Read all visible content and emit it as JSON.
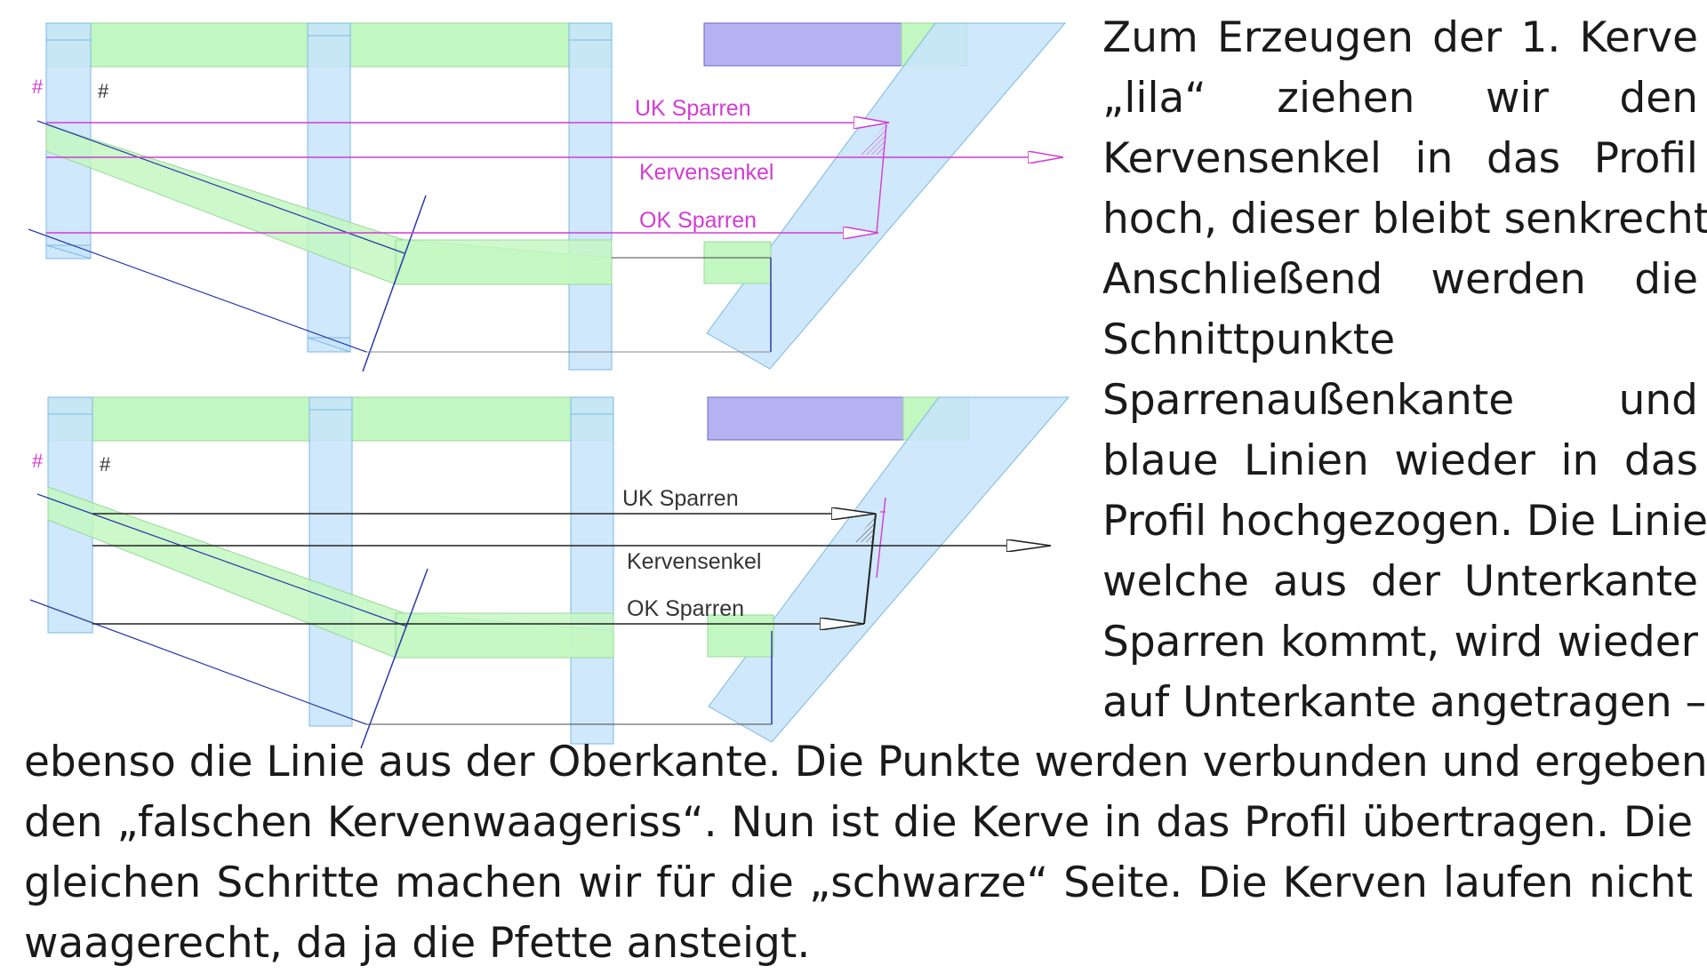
{
  "diagram": {
    "colors": {
      "green": "#c3f7c1",
      "blue": "#c7e4fb",
      "lila": "#b5b2f2",
      "magenta": "#d23cd2",
      "navy": "#2a3aa8",
      "black": "#222222"
    },
    "top": {
      "hash_left": "#",
      "hash_right": "#",
      "label_uk": "UK Sparren",
      "label_kerven": "Kervensenkel",
      "label_ok": "OK Sparren"
    },
    "bottom": {
      "hash_left": "#",
      "hash_right": "#",
      "label_uk": "UK Sparren",
      "label_kerven": "Kervensenkel",
      "label_ok": "OK Sparren"
    }
  },
  "text": {
    "right_lines": [
      "Zum Erzeugen der 1. Kerve",
      "„lila“ ziehen wir den",
      "Kervensenkel in das Profil",
      "hoch, dieser bleibt senkrecht.",
      "Anschließend werden die",
      "Schnittpunkte",
      "Sparrenaußenkante und",
      "blaue Linien wieder in das",
      "Profil hochgezogen. Die Linie,",
      "welche aus der Unterkante",
      "Sparren kommt, wird wieder",
      "auf Unterkante angetragen –"
    ],
    "bottom_lines": [
      "ebenso die Linie aus der Oberkante. Die Punkte werden verbunden und ergeben",
      "den „falschen Kervenwaageriss“. Nun ist die Kerve in das Profil übertragen. Die",
      "gleichen Schritte machen wir für die „schwarze“ Seite. Die Kerven laufen nicht",
      "waagerecht, da ja die Pfette ansteigt."
    ]
  }
}
